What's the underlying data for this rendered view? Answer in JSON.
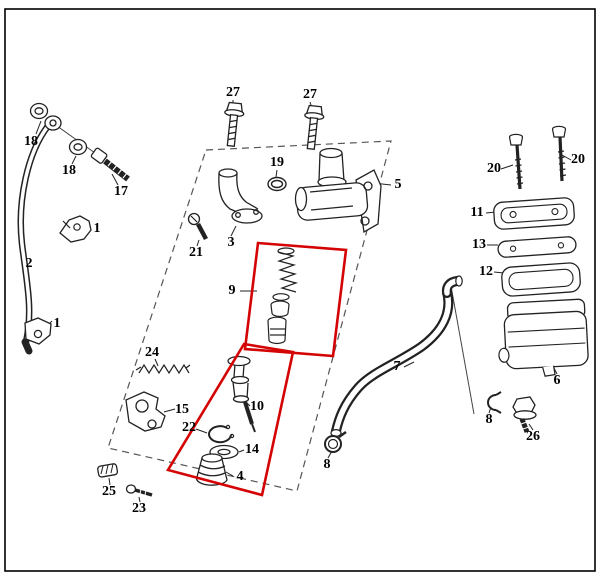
{
  "diagram": {
    "colors": {
      "highlight": "#d40404",
      "line": "#1a1a1a",
      "background": "#ffffff"
    }
  },
  "labels": [
    {
      "text": "18"
    },
    {
      "text": "18"
    },
    {
      "text": "17"
    },
    {
      "text": "1"
    },
    {
      "text": "2"
    },
    {
      "text": "1"
    },
    {
      "text": "27"
    },
    {
      "text": "27"
    },
    {
      "text": "19"
    },
    {
      "text": "5"
    },
    {
      "text": "3"
    },
    {
      "text": "21"
    },
    {
      "text": "9"
    },
    {
      "text": "24"
    },
    {
      "text": "15"
    },
    {
      "text": "10"
    },
    {
      "text": "22"
    },
    {
      "text": "14"
    },
    {
      "text": "4"
    },
    {
      "text": "25"
    },
    {
      "text": "23"
    },
    {
      "text": "20"
    },
    {
      "text": "20"
    },
    {
      "text": "11"
    },
    {
      "text": "13"
    },
    {
      "text": "12"
    },
    {
      "text": "6"
    },
    {
      "text": "7"
    },
    {
      "text": "8"
    },
    {
      "text": "26"
    },
    {
      "text": "8"
    }
  ]
}
